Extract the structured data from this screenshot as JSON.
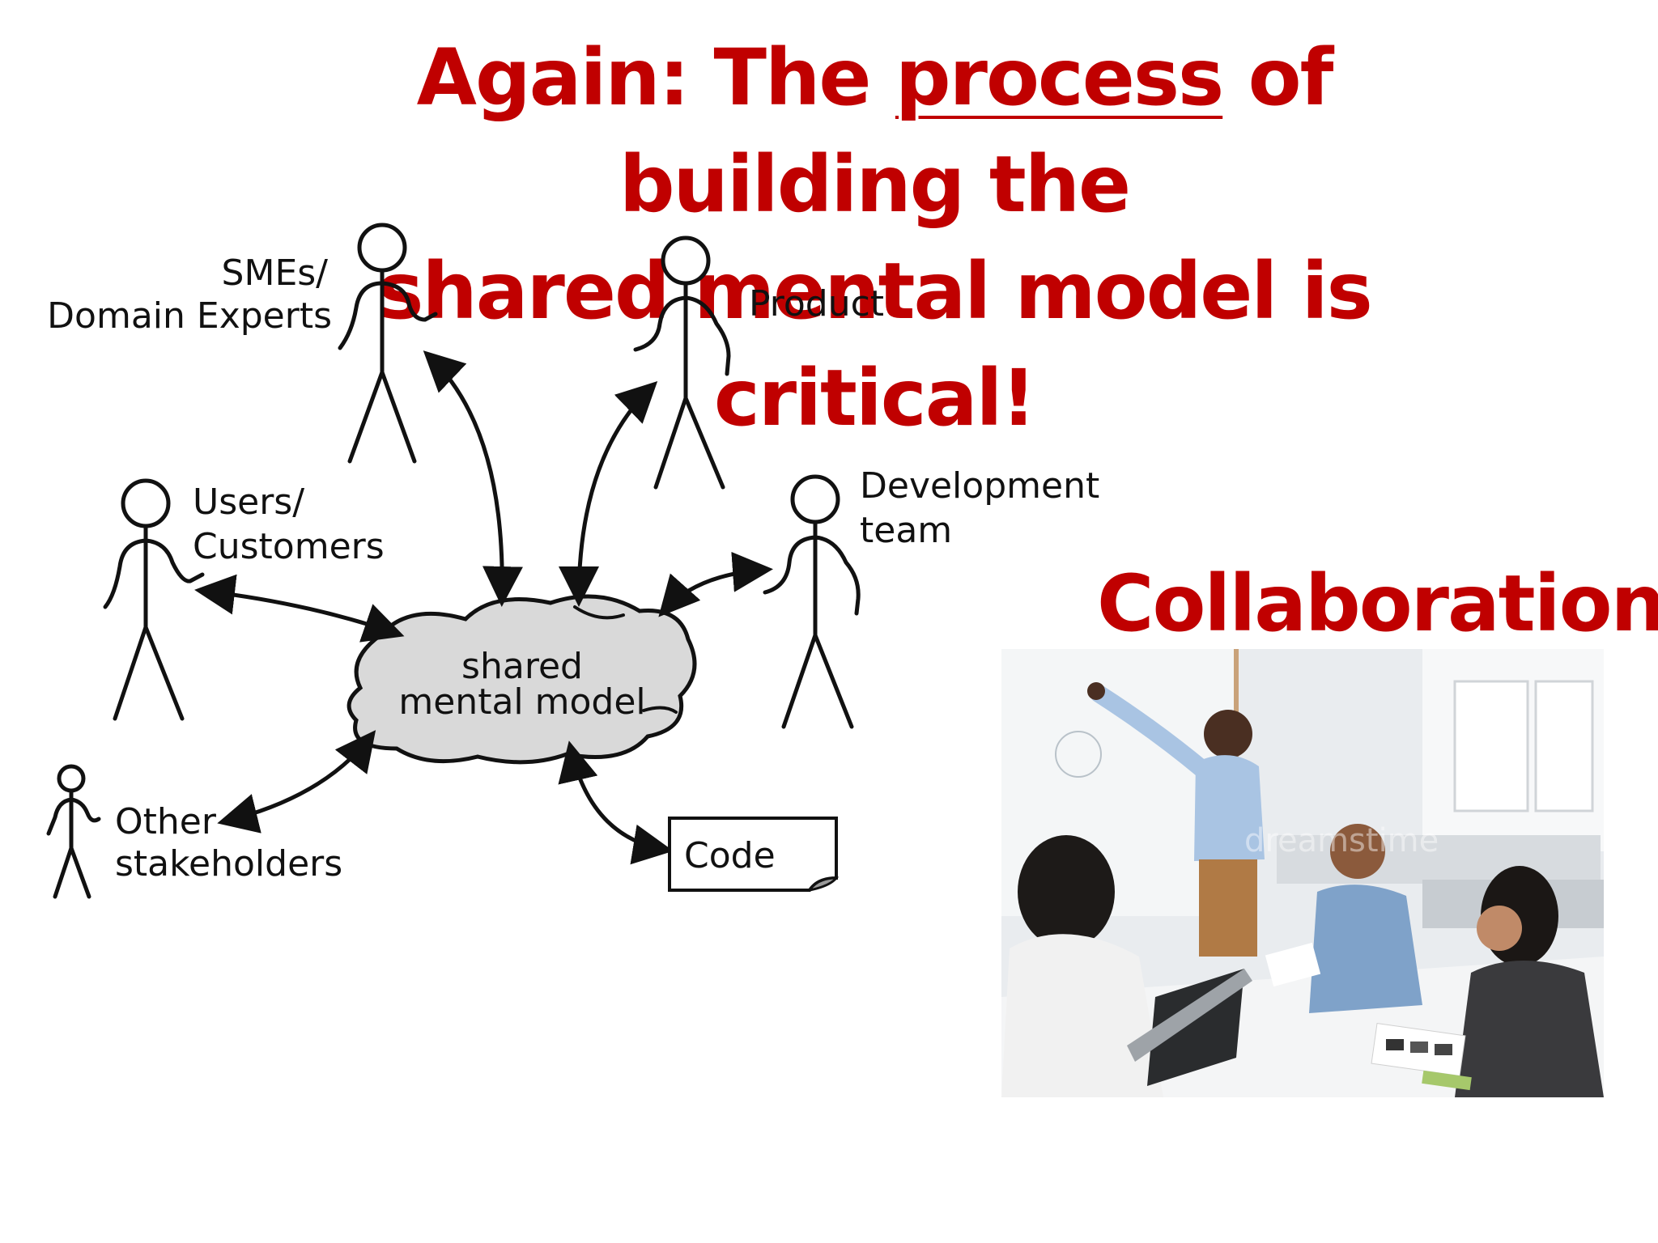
{
  "title": {
    "line1_before": "Again: The ",
    "line1_emphasis": "process",
    "line1_after": " of building the",
    "line2": "shared mental model is critical!"
  },
  "diagram": {
    "center": [
      "shared",
      "mental model"
    ],
    "stakeholders": {
      "smes": [
        "SMEs/",
        "Domain Experts"
      ],
      "product": [
        "Product"
      ],
      "users": [
        "Users/",
        "Customers"
      ],
      "dev": [
        "Development",
        "team"
      ],
      "other": [
        "Other",
        "stakeholders"
      ]
    },
    "code": "Code"
  },
  "collaboration": {
    "heading": "Collaboration!",
    "watermark": "dreamstime"
  },
  "colors": {
    "accent": "#c00000",
    "cloud": "#d9d9d9",
    "ink": "#111111"
  }
}
